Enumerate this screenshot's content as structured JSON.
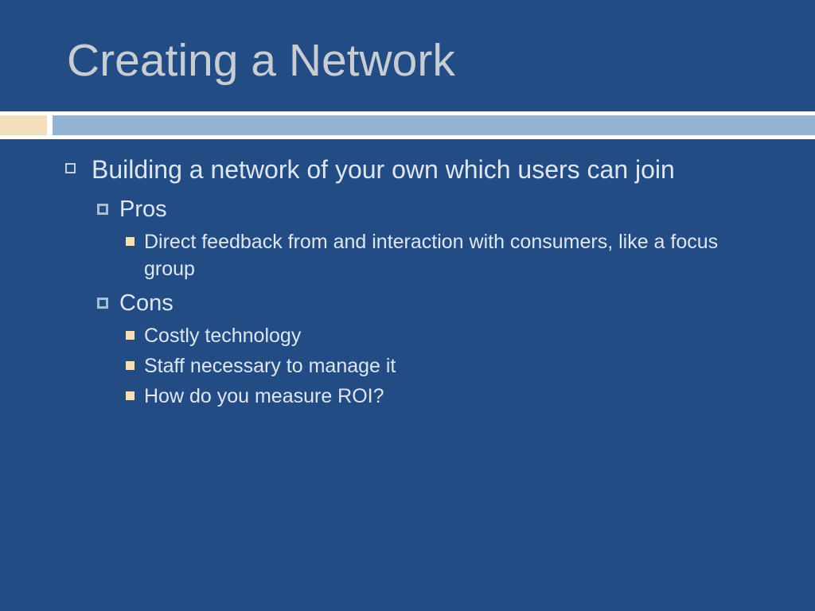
{
  "slide": {
    "title": "Creating a Network",
    "background_color": "#234c84",
    "title_color": "#c8cdd4",
    "body_text_color": "#dde6f1",
    "accent_color": "#f4debc",
    "bar_color": "#93b4d2",
    "divider": {
      "accent_block_name": "tan-accent-block",
      "bar_name": "light-blue-bar"
    },
    "bullets": [
      {
        "level": 1,
        "marker": "hollow-square-bullet",
        "text": "Building a network of your own which users can join"
      },
      {
        "level": 2,
        "marker": "outlined-square-bullet",
        "text": "Pros"
      },
      {
        "level": 3,
        "marker": "filled-square-bullet",
        "text": "Direct feedback from and interaction with consumers, like a focus group"
      },
      {
        "level": 2,
        "marker": "outlined-square-bullet",
        "text": "Cons"
      },
      {
        "level": 3,
        "marker": "filled-square-bullet",
        "text": "Costly technology"
      },
      {
        "level": 3,
        "marker": "filled-square-bullet",
        "text": "Staff necessary to manage it"
      },
      {
        "level": 3,
        "marker": "filled-square-bullet",
        "text": "How do you measure ROI?"
      }
    ]
  }
}
